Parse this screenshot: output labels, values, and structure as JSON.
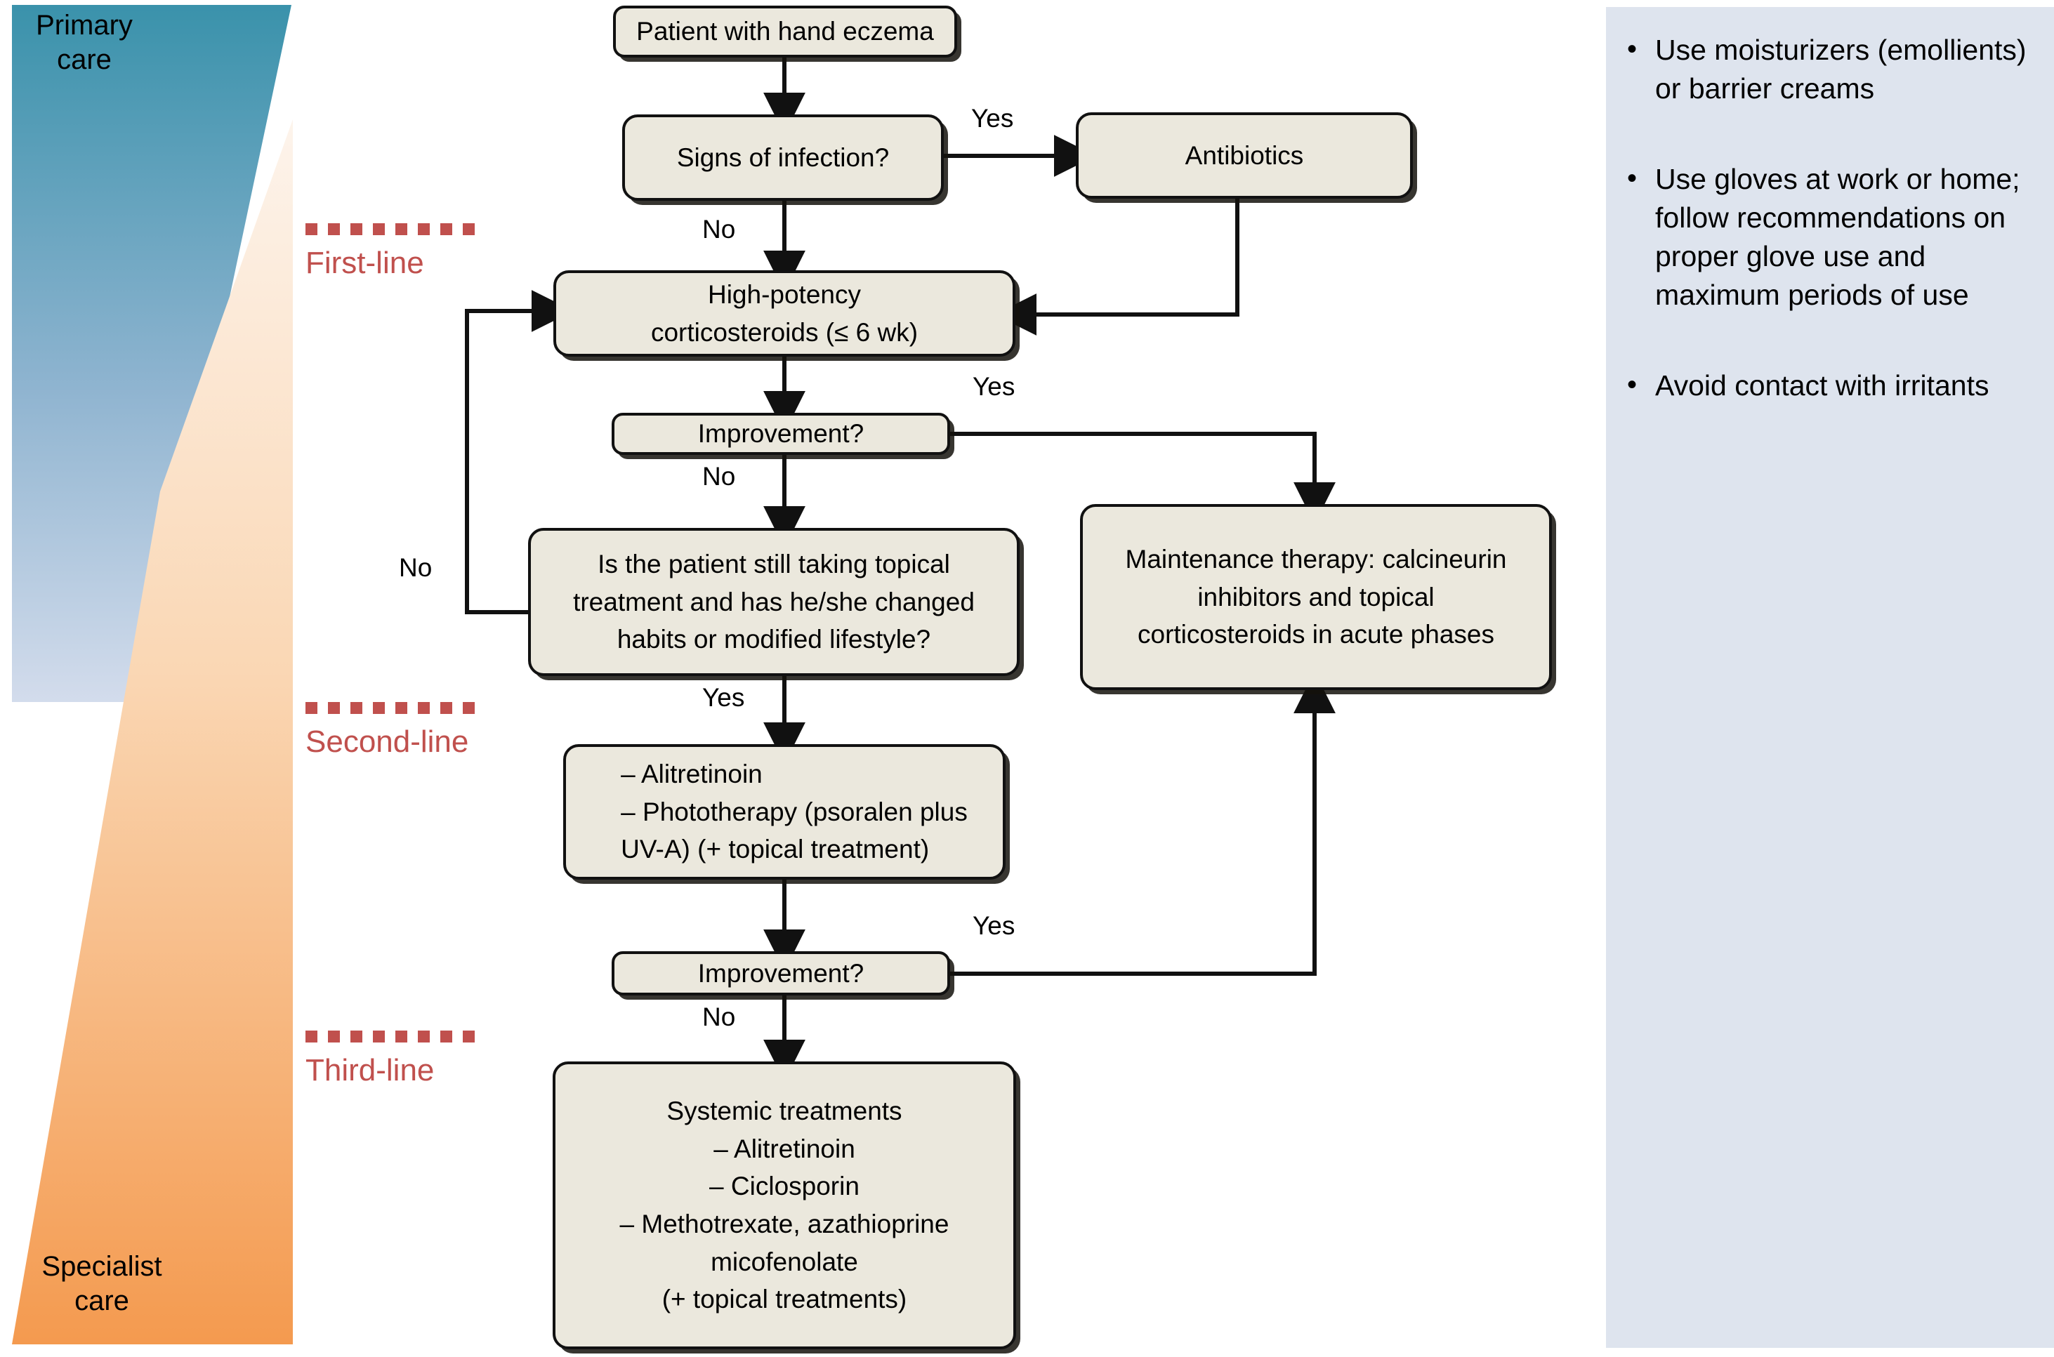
{
  "care_band": {
    "primary_label": "Primary\ncare",
    "specialist_label": "Specialist\ncare",
    "primary_color_top": "#3a92ab",
    "primary_color_bottom": "#cdd9ea",
    "specialist_color_top": "#fdf2e9",
    "specialist_color_bottom": "#f39a52"
  },
  "stages": [
    {
      "label": "First-line",
      "dash_count": 8,
      "color": "#c0504d"
    },
    {
      "label": "Second-line",
      "dash_count": 8,
      "color": "#c0504d"
    },
    {
      "label": "Third-line",
      "dash_count": 8,
      "color": "#c0504d"
    }
  ],
  "nodes": {
    "patient": "Patient with hand eczema",
    "infection": "Signs of infection?",
    "antibiotics": "Antibiotics",
    "corticosteroids": "High-potency\ncorticosteroids (≤ 6 wk)",
    "improvement1": "Improvement?",
    "still_taking": "Is the patient still taking topical\ntreatment and has he/she changed\nhabits or modified lifestyle?",
    "maintenance": "Maintenance therapy: calcineurin\ninhibitors and topical\ncorticosteroids in acute phases",
    "second_line": "– Alitretinoin\n– Phototherapy (psoralen plus\nUV-A) (+ topical treatment)",
    "improvement2": "Improvement?",
    "systemic": "Systemic treatments\n– Alitretinoin\n– Ciclosporin\n– Methotrexate, azathioprine\nmicofenolate\n(+ topical treatments)"
  },
  "edge_labels": {
    "infection_yes": "Yes",
    "infection_no": "No",
    "improvement1_yes": "Yes",
    "improvement1_no": "No",
    "still_taking_no": "No",
    "still_taking_yes": "Yes",
    "improvement2_yes": "Yes",
    "improvement2_no": "No"
  },
  "advice": {
    "bullet_glyph": "•",
    "items": [
      "Use moisturizers (emollients) or barrier creams",
      "Use gloves at work or home; follow recommendations on proper glove use and maximum periods of use",
      "Avoid contact with irritants"
    ]
  },
  "palette": {
    "node_fill": "#ebe8dd",
    "node_border": "#111111",
    "panel_bg": "#dee4ee",
    "accent_red": "#c0504d"
  }
}
